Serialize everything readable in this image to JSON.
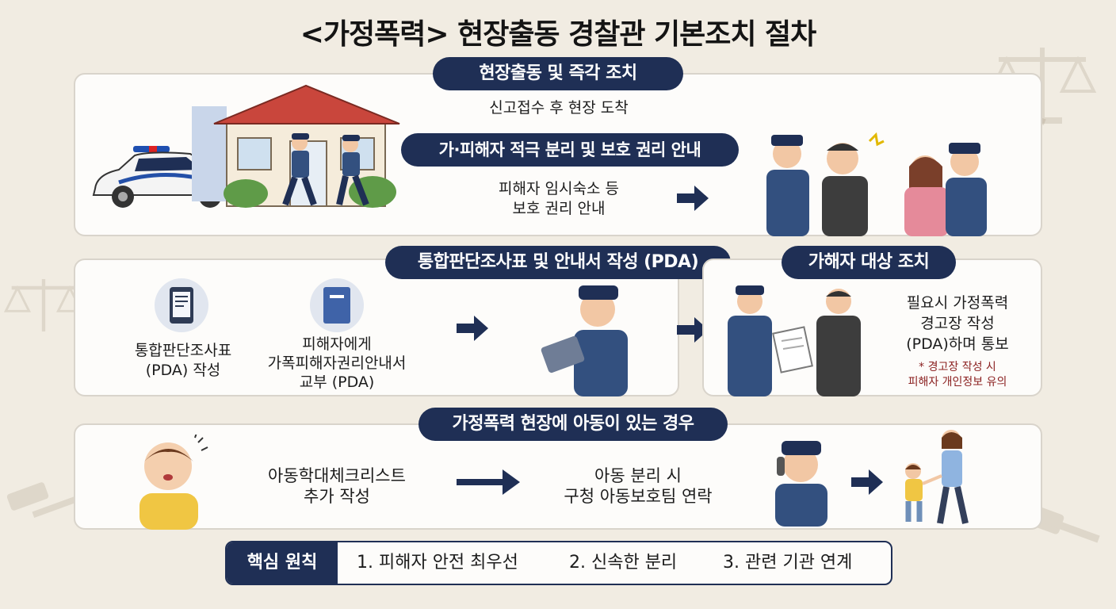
{
  "title": "<가정폭력> 현장출동 경찰관 기본조치 절차",
  "section1": {
    "heading": "현장출동 및 즉각 조치",
    "arrival": "신고접수 후 현장 도착",
    "sub_heading": "가·피해자 적극 분리 및 보호 권리 안내",
    "notice_line1": "피해자 임시숙소 등",
    "notice_line2": "보호 권리 안내"
  },
  "section2": {
    "heading": "통합판단조사표 및 안내서 작성 (PDA)",
    "item1_line1": "통합판단조사표",
    "item1_line2": "(PDA) 작성",
    "item2_line1": "피해자에게",
    "item2_line2": "가폭피해자권리안내서",
    "item2_line3": "교부 (PDA)"
  },
  "section3": {
    "heading": "가해자 대상 조치",
    "text_line1": "필요시 가정폭력",
    "text_line2": "경고장 작성",
    "text_line3": "(PDA)하며 통보",
    "note_line1": "* 경고장 작성 시",
    "note_line2": "피해자 개인정보 유의"
  },
  "section4": {
    "heading": "가정폭력 현장에 아동이 있는 경우",
    "step1_line1": "아동학대체크리스트",
    "step1_line2": "추가 작성",
    "step2_line1": "아동 분리 시",
    "step2_line2": "구청 아동보호팀 연락"
  },
  "footer": {
    "label": "핵심 원칙",
    "principle1": "1. 피해자 안전 최우선",
    "principle2": "2. 신속한 분리",
    "principle3": "3. 관련 기관 연계"
  },
  "colors": {
    "navy": "#1f2f55",
    "background": "#f1ece2",
    "panel": "#fdfcfa",
    "note_red": "#8a1f1f"
  },
  "icons": [
    "police-car-icon",
    "house-icon",
    "police-officer-icon",
    "tablet-icon",
    "booklet-icon",
    "document-icon",
    "child-icon",
    "phone-icon",
    "scales-icon",
    "gavel-icon"
  ]
}
